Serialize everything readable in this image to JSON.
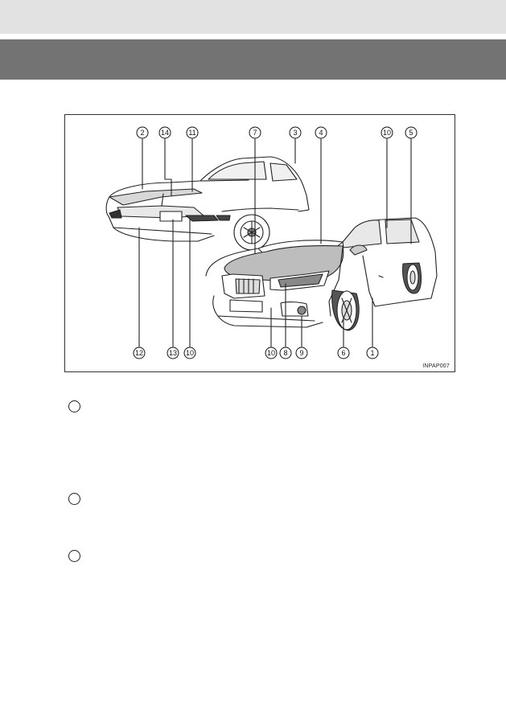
{
  "figure": {
    "code": "INPAP007",
    "labels_top": [
      "2",
      "14",
      "11",
      "7",
      "3",
      "4",
      "10",
      "5"
    ],
    "labels_bottom": [
      "12",
      "13",
      "10",
      "10",
      "8",
      "9",
      "6",
      "1"
    ]
  },
  "callouts": [
    {
      "name": "callout-1"
    },
    {
      "name": "callout-2"
    },
    {
      "name": "callout-3"
    }
  ]
}
